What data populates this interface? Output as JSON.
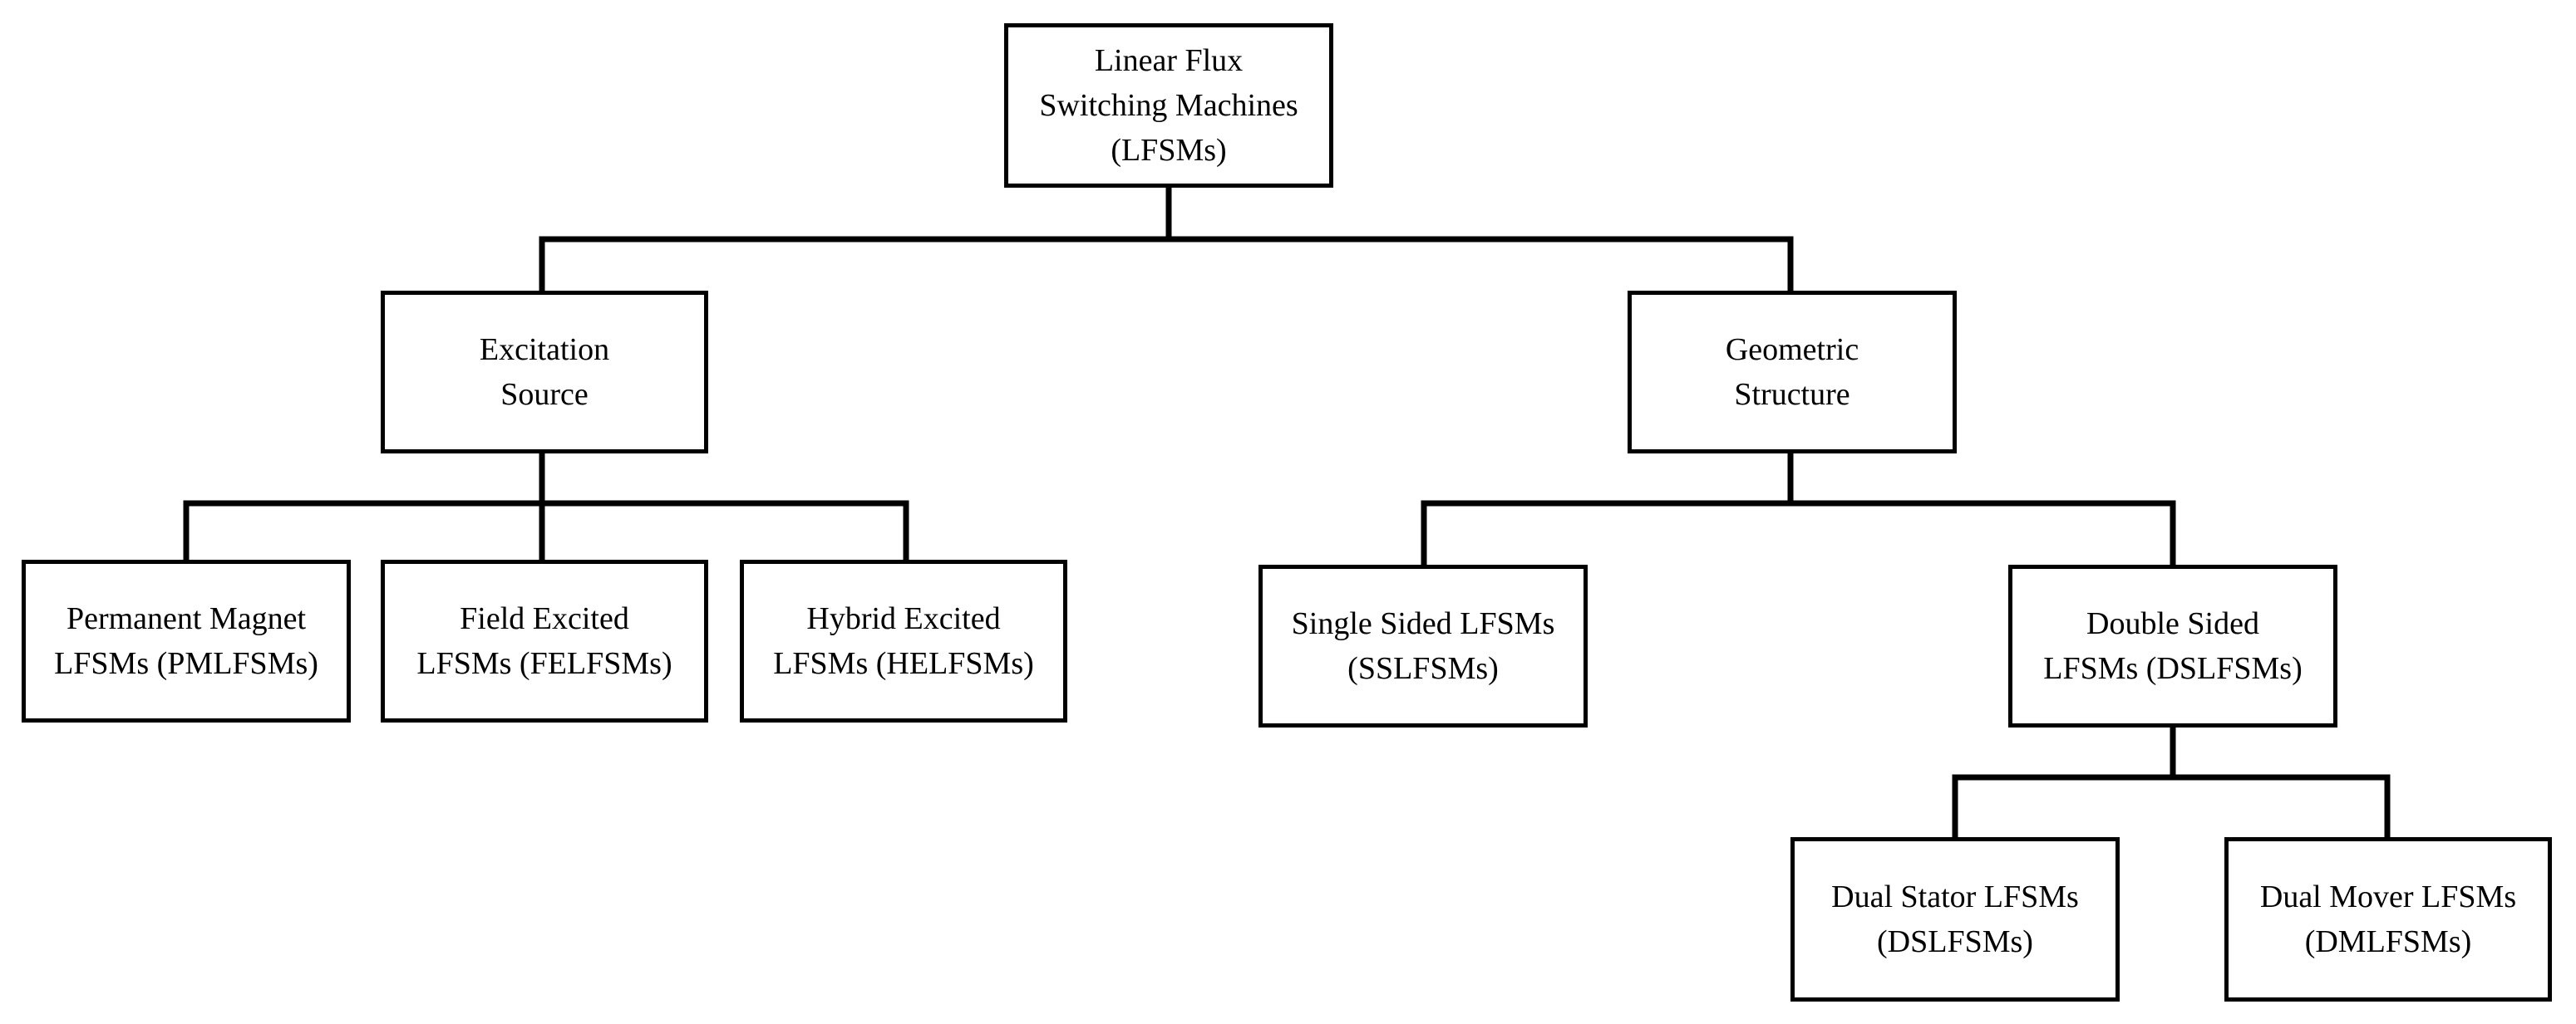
{
  "nodes": {
    "root": {
      "line1": "Linear Flux",
      "line2": "Switching Machines",
      "line3": "(LFSMs)"
    },
    "excitation": {
      "line1": "Excitation",
      "line2": "Source"
    },
    "geometric": {
      "line1": "Geometric",
      "line2": "Structure"
    },
    "pm": {
      "line1": "Permanent Magnet",
      "line2": "LFSMs (PMLFSMs)"
    },
    "fe": {
      "line1": "Field Excited",
      "line2": "LFSMs (FELFSMs)"
    },
    "he": {
      "line1": "Hybrid Excited",
      "line2": "LFSMs (HELFSMs)"
    },
    "single": {
      "line1": "Single Sided LFSMs",
      "line2": "(SSLFSMs)"
    },
    "double": {
      "line1": "Double Sided",
      "line2": "LFSMs (DSLFSMs)"
    },
    "dual_stator": {
      "line1": "Dual Stator LFSMs",
      "line2": "(DSLFSMs)"
    },
    "dual_mover": {
      "line1": "Dual Mover LFSMs",
      "line2": "(DMLFSMs)"
    }
  },
  "edges": [
    {
      "from": "root",
      "to": "excitation"
    },
    {
      "from": "root",
      "to": "geometric"
    },
    {
      "from": "excitation",
      "to": "pm"
    },
    {
      "from": "excitation",
      "to": "fe"
    },
    {
      "from": "excitation",
      "to": "he"
    },
    {
      "from": "geometric",
      "to": "single"
    },
    {
      "from": "geometric",
      "to": "double"
    },
    {
      "from": "double",
      "to": "dual_stator"
    },
    {
      "from": "double",
      "to": "dual_mover"
    }
  ],
  "colors": {
    "stroke": "#000000",
    "background": "#ffffff"
  }
}
